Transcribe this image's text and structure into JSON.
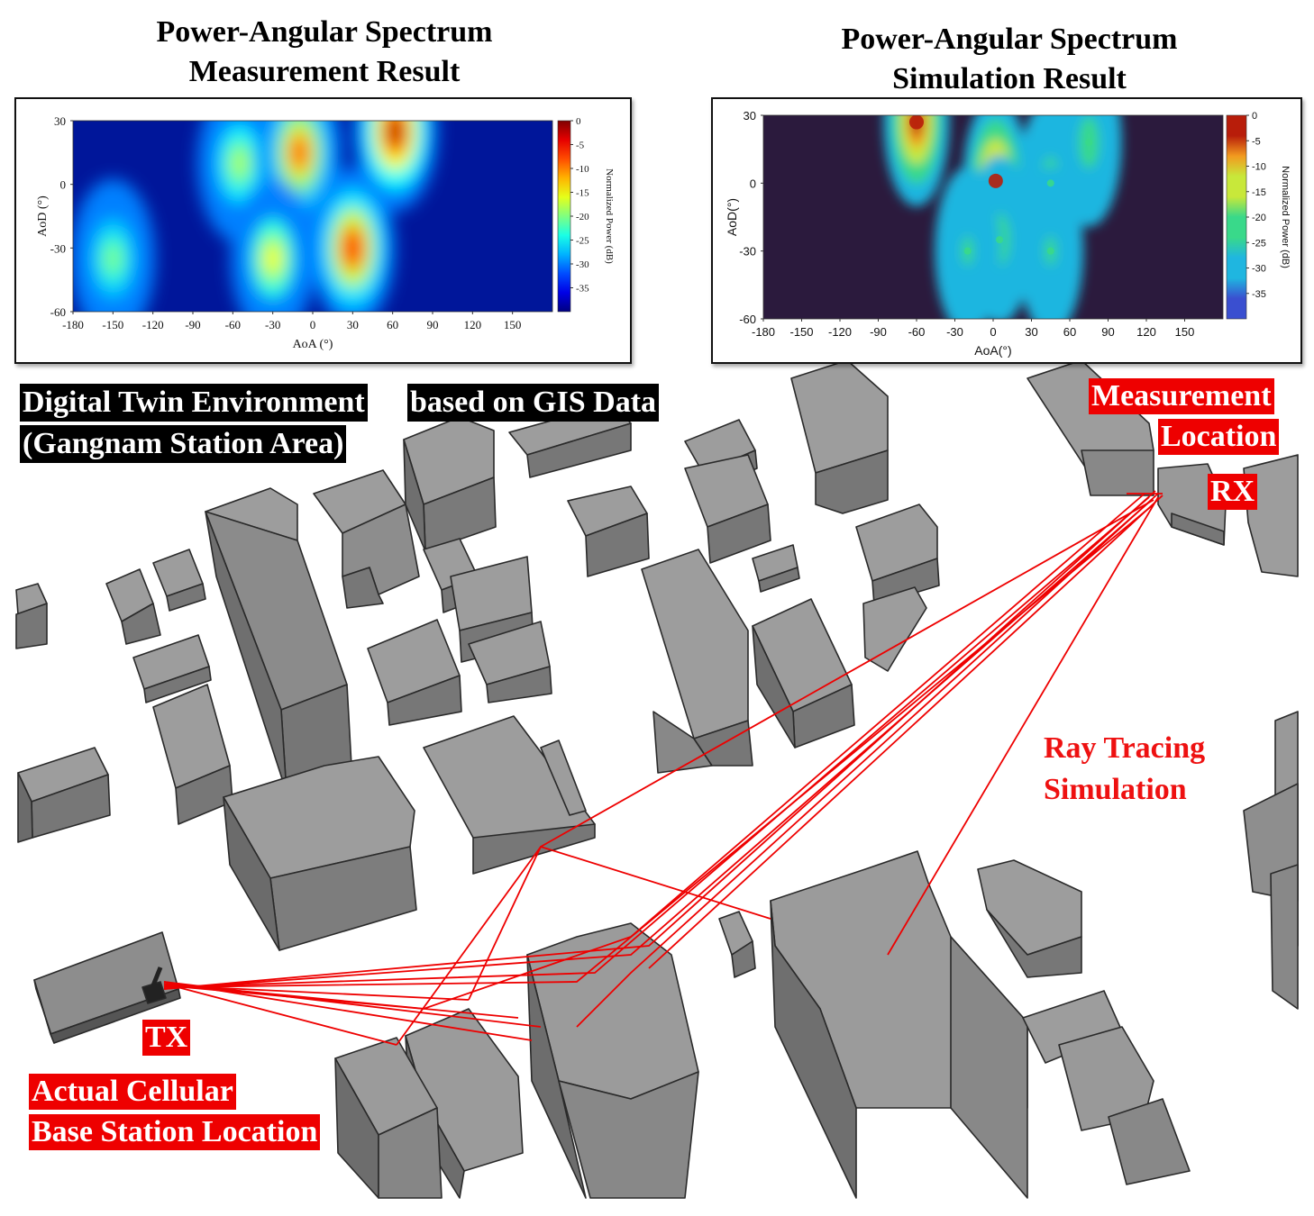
{
  "titles": {
    "measurement_line1": "Power-Angular Spectrum",
    "measurement_line2": "Measurement Result",
    "simulation_line1": "Power-Angular Spectrum",
    "simulation_line2": "Simulation Result"
  },
  "labels": {
    "digital_twin_part1": "Digital Twin Environment",
    "digital_twin_part2": "based on GIS Data",
    "area": "(Gangnam Station Area)",
    "measurement": "Measurement",
    "location": "Location",
    "rx": "RX",
    "tx": "TX",
    "ray_line1": "Ray Tracing",
    "ray_line2": "Simulation",
    "base_line1": "Actual Cellular",
    "base_line2": "Base Station Location"
  },
  "colors": {
    "ray": "#ee0000",
    "building": "#8a8a8a",
    "sim_background": "#2b1a3d"
  },
  "chart_data": [
    {
      "type": "heatmap",
      "title": "Power-Angular Spectrum Measurement Result",
      "xlabel": "AoA (°)",
      "ylabel": "AoD (°)",
      "x_ticks": [
        "-180",
        "-150",
        "-120",
        "-90",
        "-60",
        "-30",
        "0",
        "30",
        "60",
        "90",
        "120",
        "150"
      ],
      "y_ticks": [
        "30",
        "0",
        "-30",
        "-60"
      ],
      "xlim": [
        -180,
        180
      ],
      "ylim": [
        -60,
        30
      ],
      "colorbar": {
        "label": "Normalized Power (dB)",
        "ticks": [
          "0",
          "-5",
          "-10",
          "-15",
          "-20",
          "-25",
          "-30",
          "-35"
        ],
        "range": [
          -40,
          0
        ]
      },
      "hotspots": [
        {
          "aoa": -150,
          "aod": -35,
          "power": -20
        },
        {
          "aoa": -55,
          "aod": 10,
          "power": -18
        },
        {
          "aoa": -10,
          "aod": 15,
          "power": -8
        },
        {
          "aoa": 30,
          "aod": -30,
          "power": -5
        },
        {
          "aoa": 62,
          "aod": 25,
          "power": -2
        },
        {
          "aoa": -30,
          "aod": -35,
          "power": -15
        }
      ]
    },
    {
      "type": "heatmap",
      "title": "Power-Angular Spectrum Simulation Result",
      "xlabel": "AoA(°)",
      "ylabel": "AoD(°)",
      "x_ticks": [
        "-180",
        "-150",
        "-120",
        "-90",
        "-60",
        "-30",
        "0",
        "30",
        "60",
        "90",
        "120",
        "150"
      ],
      "y_ticks": [
        "30",
        "0",
        "-30",
        "-60"
      ],
      "xlim": [
        -180,
        180
      ],
      "ylim": [
        -60,
        30
      ],
      "colorbar": {
        "label": "Normalized Power (dB)",
        "ticks": [
          "0",
          "-5",
          "-10",
          "-15",
          "-20",
          "-25",
          "-30",
          "-35"
        ],
        "range": [
          -40,
          0
        ]
      },
      "hotspots": [
        {
          "aoa": -60,
          "aod": 27,
          "power": -2
        },
        {
          "aoa": 2,
          "aod": 1,
          "power": -3
        },
        {
          "aoa": 5,
          "aod": -25,
          "power": -20
        },
        {
          "aoa": -20,
          "aod": -30,
          "power": -25
        },
        {
          "aoa": 45,
          "aod": 0,
          "power": -20
        },
        {
          "aoa": 45,
          "aod": -30,
          "power": -24
        },
        {
          "aoa": 75,
          "aod": 18,
          "power": -22
        }
      ]
    }
  ]
}
